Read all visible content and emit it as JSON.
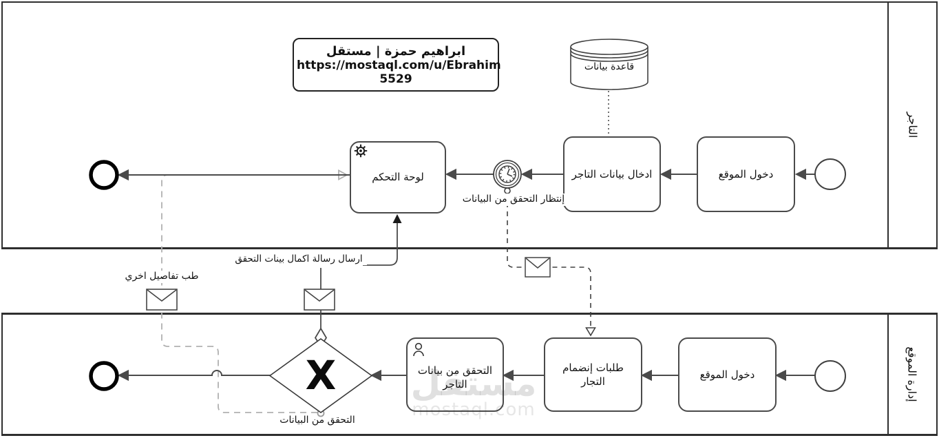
{
  "attribution": {
    "title": "ابراهيم حمزة | مستقل",
    "url_line1": "https://mostaql.com/u/Ebrahim",
    "url_line2": "5529"
  },
  "pools": {
    "merchant_label": "التاجر",
    "admin_label": "إدارة الموقع"
  },
  "merchant_lane": {
    "db_label": "قاعدة بيانات",
    "task_enter_site": "دخول الموقع",
    "task_enter_data": "ادخال بيانات التاجر",
    "timer_label": "إنتظار التحقق من البيانات",
    "task_dashboard": "لوحة التحكم"
  },
  "admin_lane": {
    "task_enter_site": "دخول الموقع",
    "task_join_requests": "طلبات إنضمام التجار",
    "task_verify_data": "التحقق من بيانات التاجر",
    "gateway_symbol": "X",
    "gateway_label": "التحقق من البيانات"
  },
  "message_labels": {
    "request_details": "طب تفاصيل اخري",
    "send_completion": "ارسال رسالة اكمال بينات التحقق"
  },
  "watermark": {
    "name": "مستقل",
    "domain": "mostaql.com"
  },
  "colors": {
    "stroke": "#404040",
    "pool_border": "#2e2e2e",
    "light_dash": "#b0b0b0"
  }
}
